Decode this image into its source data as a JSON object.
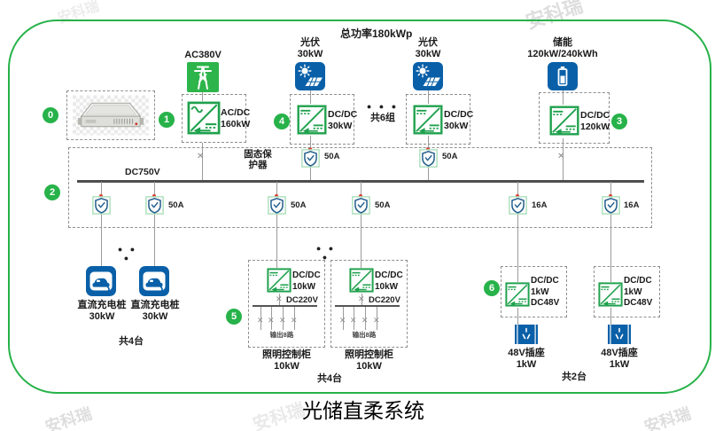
{
  "diagram": {
    "title": "光储直柔系统",
    "total_power": "总功率180kWp",
    "watermark": "安科瑞",
    "group_dots": "● ● ●",
    "x_marker": "✕"
  },
  "badges": {
    "b0": "0",
    "b1": "1",
    "b2": "2",
    "b3": "3",
    "b4": "4",
    "b5": "5",
    "b6": "6"
  },
  "grid": {
    "label": "AC380V",
    "conv1": "AC/DC",
    "conv2": "160kW"
  },
  "pv": {
    "a": {
      "type": "光伏",
      "power": "30kW",
      "conv1": "DC/DC",
      "conv2": "30kW",
      "breaker": "50A"
    },
    "b": {
      "type": "光伏",
      "power": "30kW",
      "conv1": "DC/DC",
      "conv2": "30kW",
      "breaker": "50A"
    },
    "group_note": "共6组"
  },
  "storage": {
    "type": "储能",
    "power": "120kW/240kWh",
    "conv1": "DC/DC",
    "conv2": "120kW"
  },
  "bus": {
    "voltage": "DC750V",
    "protector1": "固态保",
    "protector2": "护器",
    "b2": "50A",
    "b3": "50A",
    "b4": "50A",
    "b5": "16A",
    "b6": "16A"
  },
  "chargers": {
    "name": "直流充电桩",
    "power": "30kW",
    "count": "共4台"
  },
  "lighting": {
    "conv1": "DC/DC",
    "conv2": "10kW",
    "bus": "DC220V",
    "outputs": "输出8路",
    "name": "照明控制柜",
    "power": "10kW",
    "count": "共4台"
  },
  "sockets": {
    "conv1": "DC/DC",
    "conv2": "1kW",
    "conv3": "DC48V",
    "name": "48V插座",
    "power": "1kW",
    "count": "共2台"
  },
  "colors": {
    "accent_green": "#27b24a",
    "icon_blue": "#0a60a8",
    "converter_green": "#1fa14d",
    "shield_navy": "#235e8d",
    "bus_dark": "#4d4d4d"
  }
}
